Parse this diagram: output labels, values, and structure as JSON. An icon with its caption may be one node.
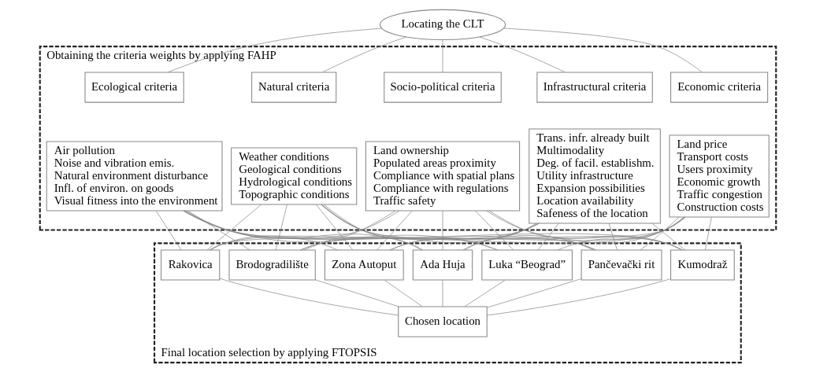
{
  "diagram": {
    "nodes": [
      {
        "text": [
          "Locating the CLT"
        ]
      },
      {
        "text": [
          "Obtaining the criteria weights by applying FAHP"
        ]
      },
      {
        "text": [
          "Economic criteria"
        ],
        "in": 1
      },
      {
        "text": [
          "Infrastructural criteria"
        ],
        "in": 1
      },
      {
        "text": [
          "Socio-political criteria"
        ],
        "in": 1
      },
      {
        "text": [
          "Natural criteria"
        ],
        "in": 1
      },
      {
        "text": [
          "Ecological criteria"
        ],
        "in": 1
      },
      {
        "text": [
          "Land price",
          "Transport costs",
          "Users proximity",
          "Economic growth",
          "Traffic congestion",
          "Construction costs"
        ],
        "in": 1
      },
      {
        "text": [
          "Trans. infr. already built",
          "Multimodality",
          "Deg. of facil. establishm.",
          "Utility infrastructure",
          "Expansion possibilities",
          "Location availability",
          "Safeness of the location"
        ],
        "in": 1
      },
      {
        "text": [
          "Land ownership",
          "Populated areas proximity",
          "Compliance with spatial plans",
          "Compliance with regulations",
          "Traffic safety"
        ],
        "in": 1
      },
      {
        "text": [
          "Weather conditions",
          "Geological conditions",
          "Hydrological conditions",
          "Topographic conditions"
        ],
        "in": 1
      },
      {
        "text": [
          "Air pollution",
          "Noise and vibration emis.",
          "Natural environment disturbance",
          "Infl. of environ. on goods",
          "Visual fitness into the environment"
        ],
        "in": 1
      },
      {
        "text": [
          "Final location selection by applying FTOPSIS"
        ]
      },
      {
        "text": [
          "Pančevački rit"
        ],
        "in": 12
      },
      {
        "text": [
          "Luka “Beograd”"
        ],
        "in": 12
      },
      {
        "text": [
          "Ada Huja"
        ],
        "in": 12
      },
      {
        "text": [
          "Zona Autoput"
        ],
        "in": 12
      },
      {
        "text": [
          "Brodogradilište"
        ],
        "in": 12
      },
      {
        "text": [
          "Rakovica"
        ],
        "in": 12
      },
      {
        "text": [
          "Kumodraž"
        ],
        "in": 12
      },
      {
        "text": [
          "Chosen location"
        ],
        "in": 12
      }
    ],
    "edges": [
      {
        "from": 0,
        "to": 2,
        "arrow": "none"
      },
      {
        "from": 0,
        "to": 3,
        "arrow": "none"
      },
      {
        "from": 0,
        "to": 4,
        "arrow": "none"
      },
      {
        "from": 0,
        "to": 5,
        "arrow": "none"
      },
      {
        "from": 0,
        "to": 6,
        "arrow": "none"
      },
      {
        "from": 7,
        "to": 13,
        "arrow": "none"
      },
      {
        "from": 7,
        "to": 14,
        "arrow": "none"
      },
      {
        "from": 7,
        "to": 15,
        "arrow": "none"
      },
      {
        "from": 7,
        "to": 16,
        "arrow": "none"
      },
      {
        "from": 7,
        "to": 17,
        "arrow": "none"
      },
      {
        "from": 7,
        "to": 18,
        "arrow": "none"
      },
      {
        "from": 7,
        "to": 19,
        "arrow": "none"
      },
      {
        "from": 8,
        "to": 13,
        "arrow": "none"
      },
      {
        "from": 8,
        "to": 14,
        "arrow": "none"
      },
      {
        "from": 8,
        "to": 15,
        "arrow": "none"
      },
      {
        "from": 8,
        "to": 16,
        "arrow": "none"
      },
      {
        "from": 8,
        "to": 17,
        "arrow": "none"
      },
      {
        "from": 8,
        "to": 18,
        "arrow": "none"
      },
      {
        "from": 8,
        "to": 19,
        "arrow": "none"
      },
      {
        "from": 9,
        "to": 13,
        "arrow": "none"
      },
      {
        "from": 9,
        "to": 14,
        "arrow": "none"
      },
      {
        "from": 9,
        "to": 15,
        "arrow": "none"
      },
      {
        "from": 9,
        "to": 16,
        "arrow": "none"
      },
      {
        "from": 9,
        "to": 17,
        "arrow": "none"
      },
      {
        "from": 9,
        "to": 18,
        "arrow": "none"
      },
      {
        "from": 9,
        "to": 19,
        "arrow": "none"
      },
      {
        "from": 10,
        "to": 13,
        "arrow": "none"
      },
      {
        "from": 10,
        "to": 14,
        "arrow": "none"
      },
      {
        "from": 10,
        "to": 15,
        "arrow": "none"
      },
      {
        "from": 10,
        "to": 16,
        "arrow": "none"
      },
      {
        "from": 10,
        "to": 17,
        "arrow": "none"
      },
      {
        "from": 10,
        "to": 18,
        "arrow": "none"
      },
      {
        "from": 10,
        "to": 19,
        "arrow": "none"
      },
      {
        "from": 11,
        "to": 13,
        "arrow": "none"
      },
      {
        "from": 11,
        "to": 14,
        "arrow": "none"
      },
      {
        "from": 11,
        "to": 15,
        "arrow": "none"
      },
      {
        "from": 11,
        "to": 16,
        "arrow": "none"
      },
      {
        "from": 11,
        "to": 17,
        "arrow": "none"
      },
      {
        "from": 11,
        "to": 18,
        "arrow": "none"
      },
      {
        "from": 11,
        "to": 19,
        "arrow": "none"
      },
      {
        "from": 13,
        "to": 20,
        "arrow": "none"
      },
      {
        "from": 14,
        "to": 20,
        "arrow": "none"
      },
      {
        "from": 15,
        "to": 20,
        "arrow": "none"
      },
      {
        "from": 16,
        "to": 20,
        "arrow": "none"
      },
      {
        "from": 17,
        "to": 20,
        "arrow": "none"
      },
      {
        "from": 18,
        "to": 20,
        "arrow": "none"
      },
      {
        "from": 19,
        "to": 20,
        "arrow": "none"
      }
    ]
  }
}
